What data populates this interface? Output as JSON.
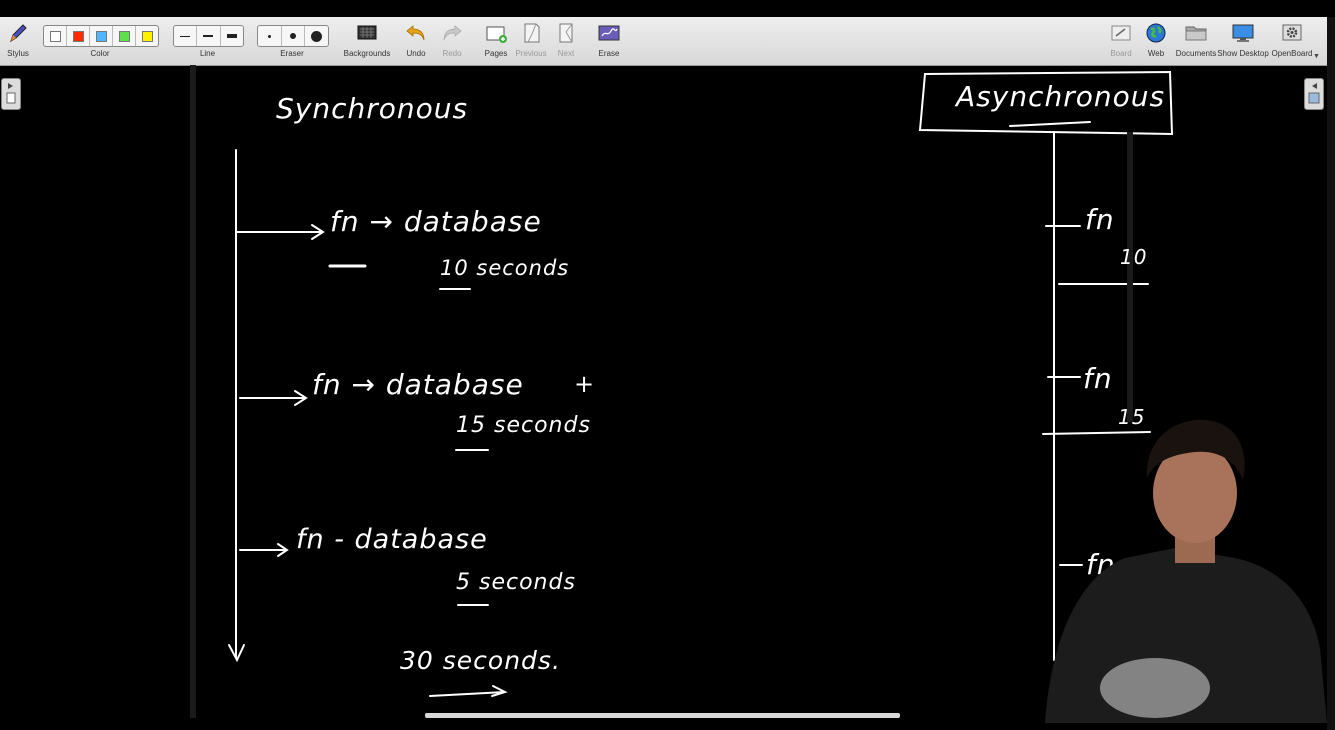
{
  "toolbar": {
    "stylus": {
      "label": "Stylus",
      "icon": "pen-icon"
    },
    "color": {
      "label": "Color",
      "swatches": [
        "#ffffff",
        "#ff2a00",
        "#4fb6ff",
        "#5ee04a",
        "#fff200"
      ]
    },
    "line": {
      "label": "Line"
    },
    "eraser": {
      "label": "Eraser"
    },
    "backgrounds": {
      "label": "Backgrounds"
    },
    "undo": {
      "label": "Undo"
    },
    "redo": {
      "label": "Redo"
    },
    "pages": {
      "label": "Pages"
    },
    "previous": {
      "label": "Previous"
    },
    "next": {
      "label": "Next"
    },
    "erase": {
      "label": "Erase"
    },
    "board": {
      "label": "Board"
    },
    "web": {
      "label": "Web"
    },
    "documents": {
      "label": "Documents"
    },
    "show_desktop": {
      "label": "Show Desktop"
    },
    "openboard": {
      "label": "OpenBoard"
    }
  },
  "board": {
    "sync_title": "Synchronous",
    "async_title": "Asynchronous",
    "rows": [
      {
        "label": "fn → database",
        "time": "10 seconds"
      },
      {
        "label": "fn → database",
        "time": "15 seconds"
      },
      {
        "label": "fn - database",
        "time": "5 seconds"
      }
    ],
    "plus": "+",
    "total": "30 seconds.",
    "async_rows": [
      {
        "label": "fn",
        "time": "10"
      },
      {
        "label": "fn",
        "time": "15"
      },
      {
        "label": "fn"
      }
    ]
  }
}
